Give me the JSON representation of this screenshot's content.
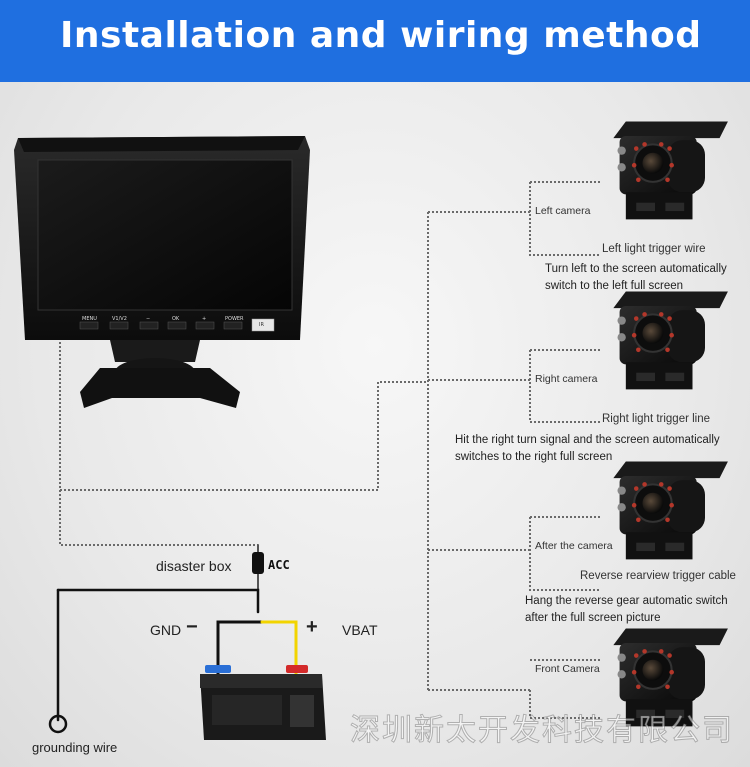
{
  "title": "Installation and wiring method",
  "monitor": {
    "buttons": [
      "MENU",
      "V1/V2",
      "−",
      "OK",
      "+",
      "POWER"
    ],
    "ir_label": "IR"
  },
  "cameras": [
    {
      "name": "Left camera",
      "trigger": "Left light trigger wire",
      "note_lines": [
        "Turn left to the screen automatically",
        "switch to the left full screen"
      ]
    },
    {
      "name": "Right camera",
      "trigger": "Right light trigger line",
      "note_lines": [
        "Hit the right turn signal and the screen automatically",
        "switches to the right full screen"
      ]
    },
    {
      "name": "After the camera",
      "trigger": "Reverse rearview trigger cable",
      "note_lines": [
        "Hang the reverse gear automatic switch",
        "after the full screen picture"
      ]
    },
    {
      "name": "Front Camera"
    }
  ],
  "power": {
    "disaster_box": "disaster box",
    "acc": "ACC",
    "gnd": "GND",
    "minus": "−",
    "plus": "+",
    "vbat": "VBAT",
    "grounding": "grounding wire"
  },
  "watermark": "深圳新太开发科技有限公司",
  "colors": {
    "banner": "#1f6fe0",
    "wire": "#666666",
    "positive": "#f2d400",
    "negative": "#111111"
  }
}
